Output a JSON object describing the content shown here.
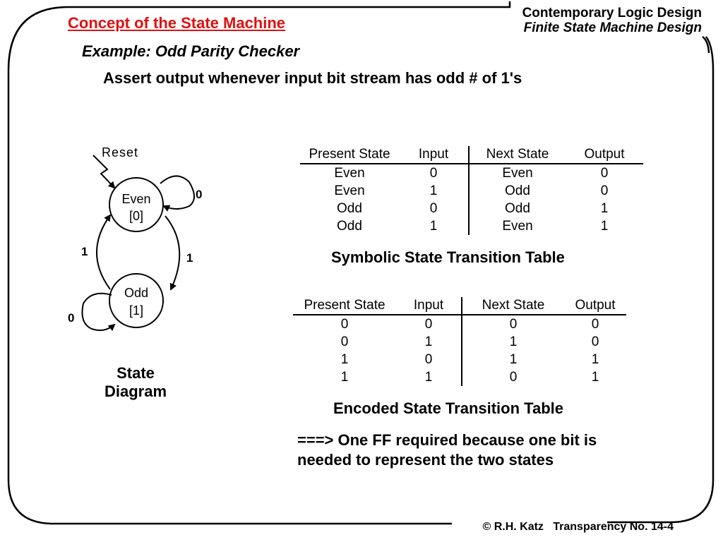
{
  "header": {
    "title": "Concept of the State Machine",
    "course": "Contemporary Logic Design",
    "chapter": "Finite State Machine Design",
    "subtitle": "Example: Odd Parity Checker",
    "description": "Assert output whenever input bit stream has odd # of 1's"
  },
  "diagram": {
    "reset_label": "Reset",
    "states": [
      {
        "name": "Even",
        "output": "[0]"
      },
      {
        "name": "Odd",
        "output": "[1]"
      }
    ],
    "transitions": {
      "even_self": "0",
      "even_to_odd": "1",
      "odd_to_even": "1",
      "odd_self": "0"
    },
    "caption_line1": "State",
    "caption_line2": "Diagram"
  },
  "symbolic_table": {
    "headers": [
      "Present State",
      "Input",
      "Next State",
      "Output"
    ],
    "rows": [
      [
        "Even",
        "0",
        "Even",
        "0"
      ],
      [
        "Even",
        "1",
        "Odd",
        "0"
      ],
      [
        "Odd",
        "0",
        "Odd",
        "1"
      ],
      [
        "Odd",
        "1",
        "Even",
        "1"
      ]
    ],
    "caption": "Symbolic State Transition Table"
  },
  "encoded_table": {
    "headers": [
      "Present State",
      "Input",
      "Next State",
      "Output"
    ],
    "rows": [
      [
        "0",
        "0",
        "0",
        "0"
      ],
      [
        "0",
        "1",
        "1",
        "0"
      ],
      [
        "1",
        "0",
        "1",
        "1"
      ],
      [
        "1",
        "1",
        "0",
        "1"
      ]
    ],
    "caption": "Encoded State Transition Table"
  },
  "note_line1": "===> One FF required because one bit is",
  "note_line2": "needed to represent the two states",
  "footer": "© R.H. Katz   Transparency No. 14-4"
}
